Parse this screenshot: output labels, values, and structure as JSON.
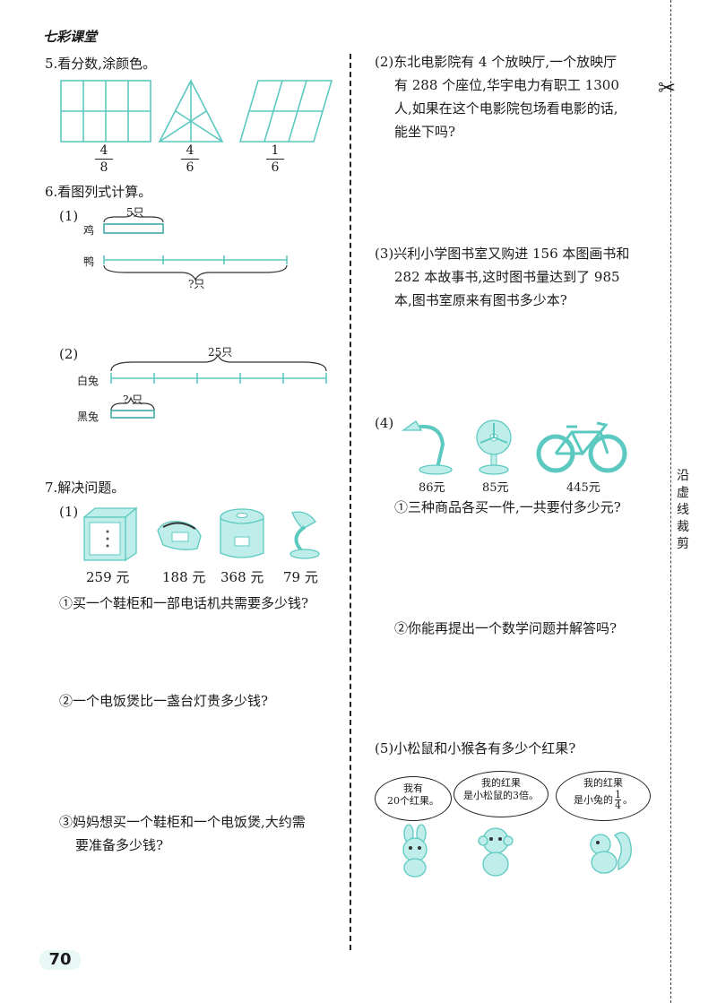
{
  "header": {
    "brand": "七彩课堂"
  },
  "page_number": "70",
  "cut_line_label": [
    "沿",
    "虚",
    "线",
    "裁",
    "剪"
  ],
  "q5": {
    "title": "5.看分数,涂颜色。",
    "fractions": [
      {
        "num": "4",
        "den": "8"
      },
      {
        "num": "4",
        "den": "6"
      },
      {
        "num": "1",
        "den": "6"
      }
    ]
  },
  "q6": {
    "title": "6.看图列式计算。",
    "p1": {
      "label": "(1)",
      "top_label": "5只",
      "row1": "鸡",
      "row2": "鸭",
      "bottom_label": "?只"
    },
    "p2": {
      "label": "(2)",
      "top_label": "25只",
      "row1": "白兔",
      "row2": "黑兔",
      "bottom_label": "? 只"
    }
  },
  "q7": {
    "title": "7.解决问题。",
    "p1": {
      "label": "(1)",
      "prices": [
        "259 元",
        "188 元",
        "368 元",
        "79 元"
      ],
      "items": [
        "shoe-cabinet-icon",
        "telephone-icon",
        "rice-cooker-icon",
        "desk-lamp-icon"
      ],
      "q1": "①买一个鞋柜和一部电话机共需要多少钱?",
      "q2": "②一个电饭煲比一盏台灯贵多少钱?",
      "q3_line1": "③妈妈想买一个鞋柜和一个电饭煲,大约需",
      "q3_line2": "要准备多少钱?"
    }
  },
  "right": {
    "p2": {
      "line1": "(2)东北电影院有 4 个放映厅,一个放映厅",
      "line2": "有 288 个座位,华宇电力有职工 1300",
      "line3": "人,如果在这个电影院包场看电影的话,",
      "line4": "能坐下吗?"
    },
    "p3": {
      "line1": "(3)兴利小学图书室又购进 156 本图画书和",
      "line2": "282 本故事书,这时图书量达到了 985",
      "line3": "本,图书室原来有图书多少本?"
    },
    "p4": {
      "label": "(4)",
      "prices": [
        "86元",
        "85元",
        "445元"
      ],
      "q1": "①三种商品各买一件,一共要付多少元?",
      "q2": "②你能再提出一个数学问题并解答吗?"
    },
    "p5": {
      "title": "(5)小松鼠和小猴各有多少个红果?",
      "bubble1": [
        "我有",
        "20个红果。"
      ],
      "bubble2": [
        "我的红果",
        "是小松鼠的3倍。"
      ],
      "bubble3": [
        "我的红果",
        "是小兔的"
      ],
      "bubble3_frac": {
        "num": "1",
        "den": "4"
      },
      "bubble3_end": "。"
    }
  }
}
